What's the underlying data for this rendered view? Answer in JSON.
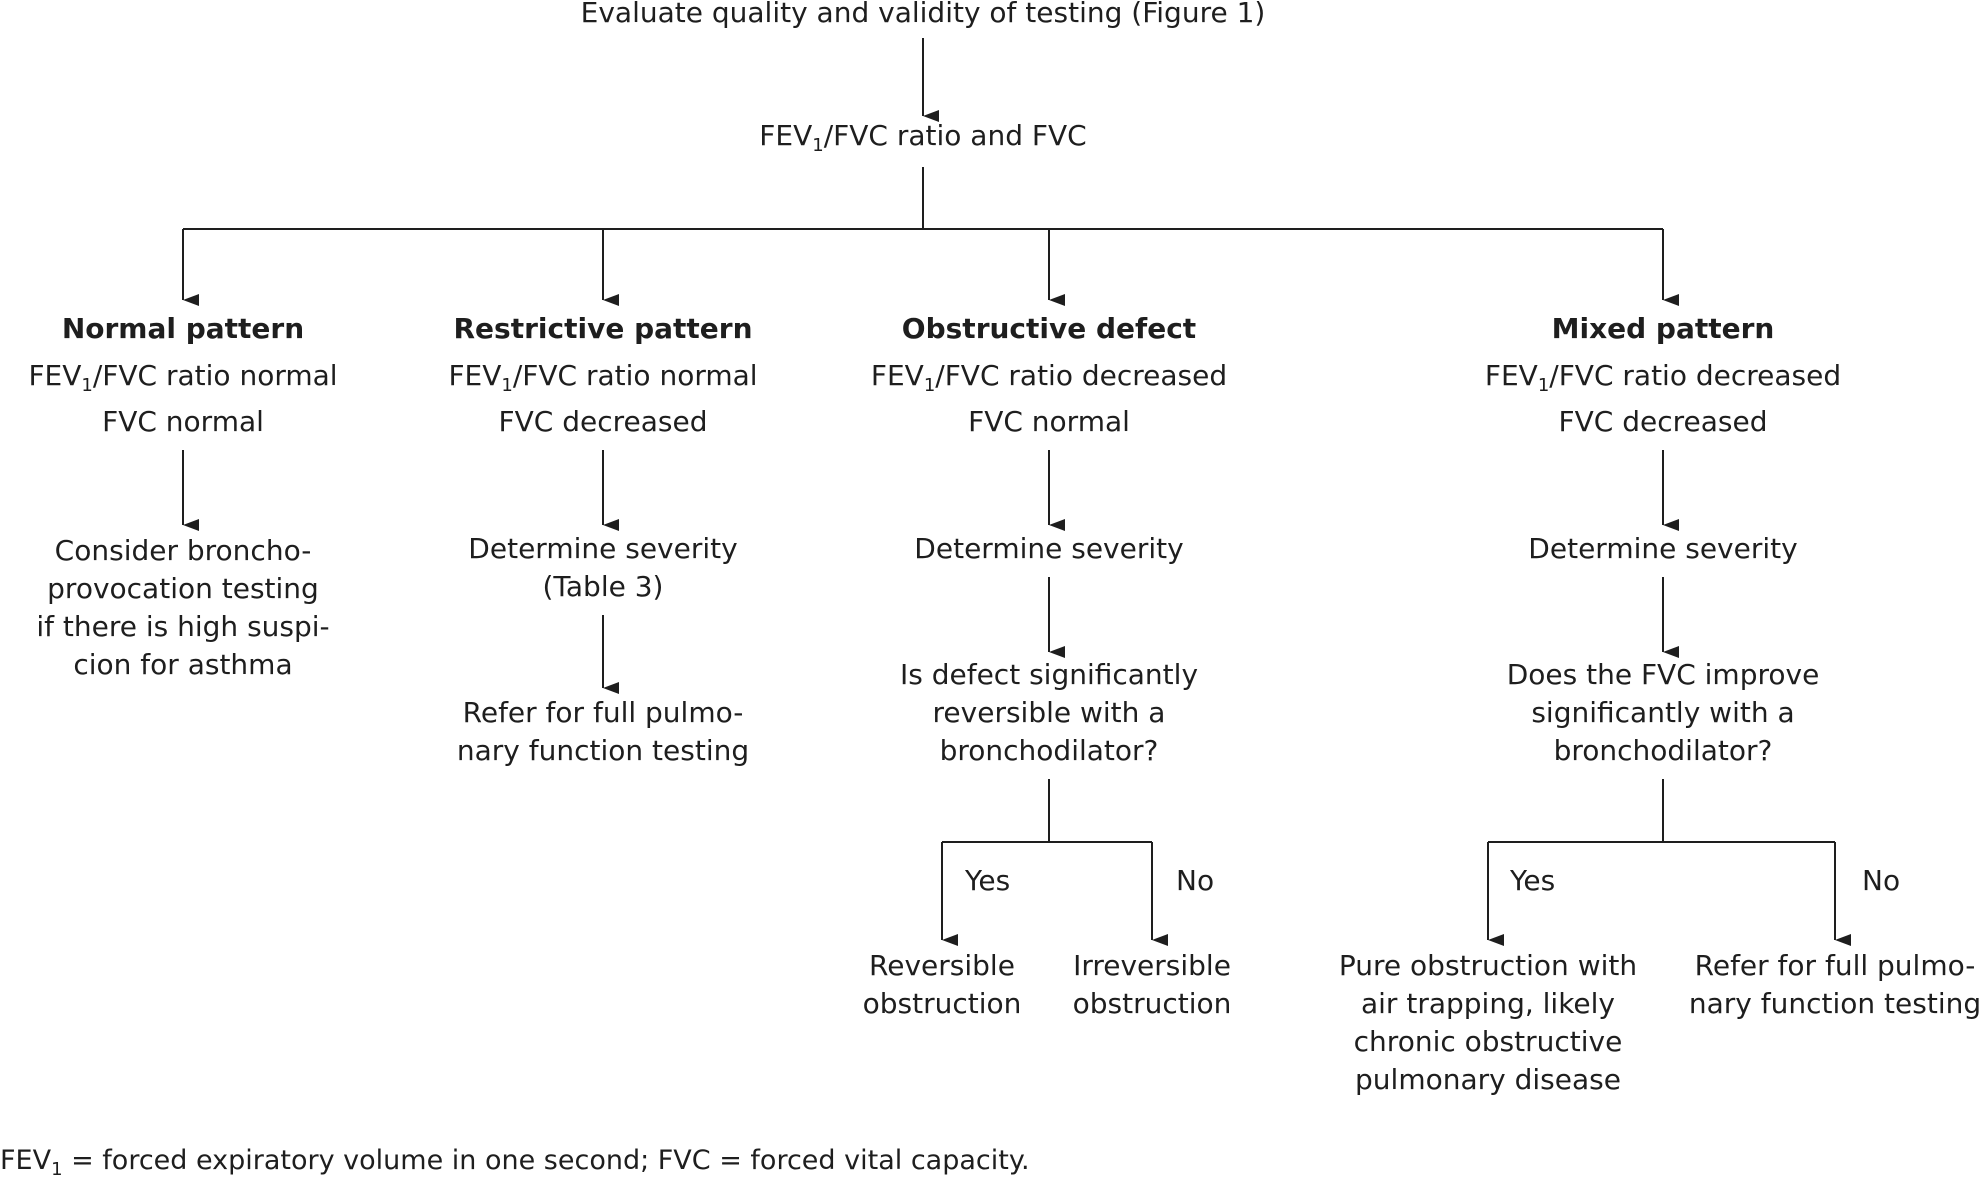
{
  "top": {
    "title": "Evaluate quality and validity of testing (Figure 1)",
    "ratio_pre": "FEV",
    "ratio_sub": "1",
    "ratio_post": "/FVC ratio and FVC"
  },
  "columns": {
    "normal": {
      "heading": "Normal pattern",
      "ratio_pre": "FEV",
      "ratio_sub": "1",
      "ratio_post": "/FVC ratio normal",
      "fvc": "FVC normal",
      "next": [
        "Consider broncho-",
        "provocation testing",
        "if there is high suspi-",
        "cion for asthma"
      ]
    },
    "restrictive": {
      "heading": "Restrictive pattern",
      "ratio_pre": "FEV",
      "ratio_sub": "1",
      "ratio_post": "/FVC ratio normal",
      "fvc": "FVC decreased",
      "severity": [
        "Determine severity",
        "(Table 3)"
      ],
      "refer": [
        "Refer for full pulmo-",
        "nary function testing"
      ]
    },
    "obstructive": {
      "heading": "Obstructive defect",
      "ratio_pre": "FEV",
      "ratio_sub": "1",
      "ratio_post": "/FVC ratio decreased",
      "fvc": "FVC normal",
      "severity": "Determine severity",
      "question": [
        "Is defect significantly",
        "reversible with a",
        "bronchodilator?"
      ],
      "yes_label": "Yes",
      "no_label": "No",
      "yes_result": [
        "Reversible",
        "obstruction"
      ],
      "no_result": [
        "Irreversible",
        "obstruction"
      ]
    },
    "mixed": {
      "heading": "Mixed pattern",
      "ratio_pre": "FEV",
      "ratio_sub": "1",
      "ratio_post": "/FVC ratio decreased",
      "fvc": "FVC decreased",
      "severity": "Determine severity",
      "question": [
        "Does the FVC improve",
        "significantly with a",
        "bronchodilator?"
      ],
      "yes_label": "Yes",
      "no_label": "No",
      "yes_result": [
        "Pure obstruction with",
        "air trapping, likely",
        "chronic obstructive",
        "pulmonary disease"
      ],
      "no_result": [
        "Refer for full pulmo-",
        "nary function testing"
      ]
    }
  },
  "footnote": {
    "pre": "FEV",
    "sub": "1",
    "post": " = forced expiratory volume in one second; FVC = forced vital capacity."
  },
  "colors": {
    "line": "#1e1e1e",
    "text": "#1e1e1e",
    "background": "#ffffff"
  }
}
